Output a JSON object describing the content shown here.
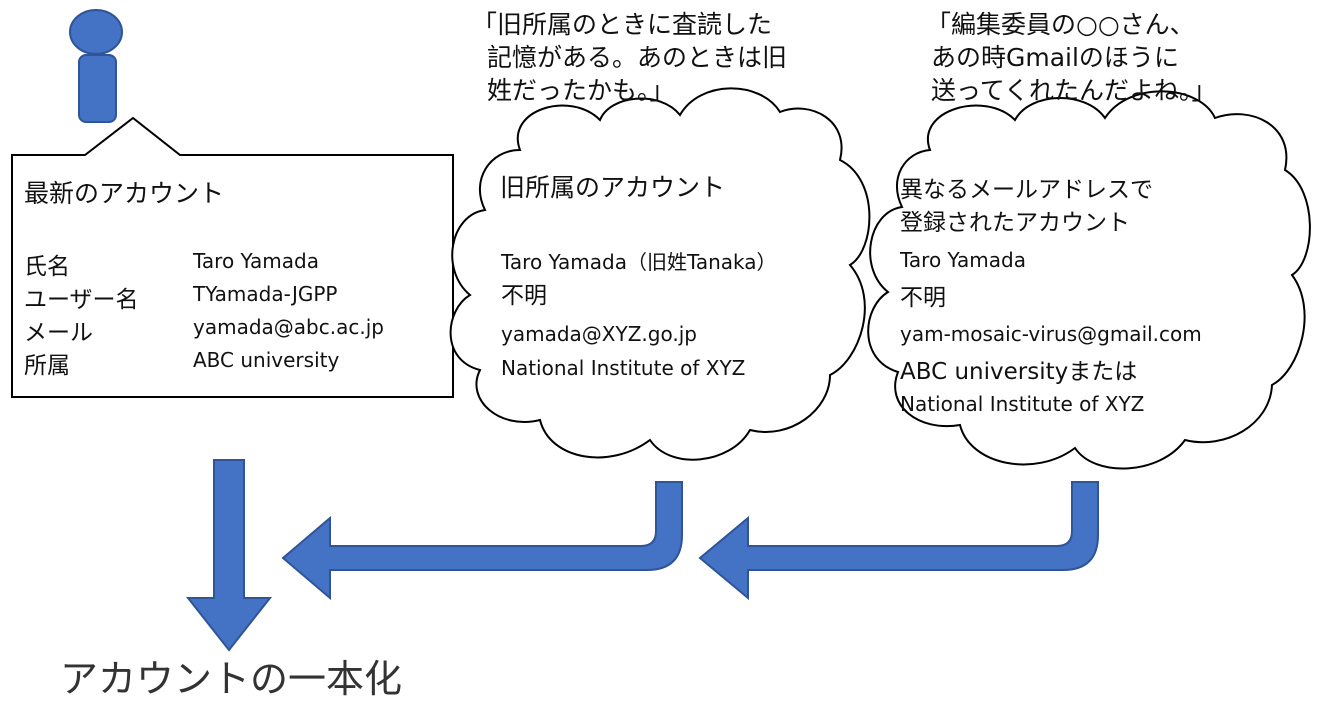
{
  "colors": {
    "accent": "#4472C4",
    "accent_stroke": "#2F5597",
    "line": "#000000",
    "text": "#111111"
  },
  "person": {
    "icon": "person-icon"
  },
  "current_account": {
    "title": "最新のアカウント",
    "rows": [
      {
        "label": "氏名",
        "value": "Taro Yamada"
      },
      {
        "label": "ユーザー名",
        "value": "TYamada-JGPP"
      },
      {
        "label": "メール",
        "value": "yamada@abc.ac.jp"
      },
      {
        "label": "所属",
        "value": "ABC university"
      }
    ]
  },
  "old_affiliation": {
    "quote": [
      "「旧所属のときに査読した",
      "記憶がある。あのときは旧",
      "姓だったかも。」"
    ],
    "title": "旧所属のアカウント",
    "name": "Taro Yamada（旧姓Tanaka）",
    "username": "不明",
    "email": "yamada@XYZ.go.jp",
    "affiliation": "National Institute of XYZ"
  },
  "other_email": {
    "quote": [
      "「編集委員の○○さん、",
      "あの時Gmailのほうに",
      "送ってくれたんだよね。」"
    ],
    "title": [
      "異なるメールアドレスで",
      "登録されたアカウント"
    ],
    "name": "Taro Yamada",
    "username": "不明",
    "email": "yam-mosaic-virus@gmail.com",
    "affiliation_1": "ABC universityまたは",
    "affiliation_2": "National Institute of XYZ"
  },
  "result": {
    "label": "アカウントの一本化"
  }
}
